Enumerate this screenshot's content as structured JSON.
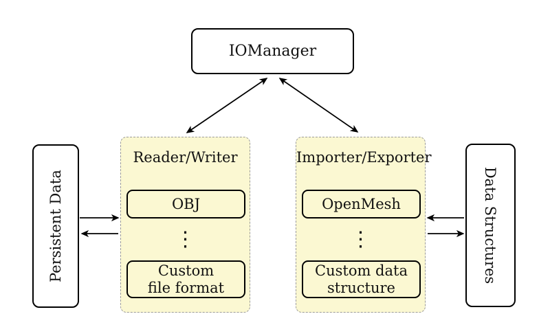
{
  "diagram": {
    "io_manager": {
      "label": "IOManager"
    },
    "persistent_data": {
      "label": "Persistent Data"
    },
    "data_structures": {
      "label": "Data Structures"
    },
    "containers": [
      {
        "label": "Reader/Writer",
        "top_item": "OBJ",
        "ellipsis": "⋮",
        "bottom_item": "Custom\nfile format"
      },
      {
        "label": "Importer/Exporter",
        "top_item": "OpenMesh",
        "ellipsis": "⋮",
        "bottom_item": "Custom data\nstructure"
      }
    ],
    "arrows": {
      "iomanager_readerwriter": "bidirectional",
      "iomanager_importerexporter": "bidirectional",
      "persistentdata_to_readerwriter": "right",
      "readerwriter_to_persistentdata": "left",
      "datastructures_to_importerexporter": "left",
      "importerexporter_to_datastructures": "right"
    }
  },
  "colors": {
    "container_fill": "#FBF8D2",
    "container_border": "#9A9A9A",
    "node_fill": "#FFFFFF",
    "node_border": "#000000",
    "arrow_color": "#000000",
    "text_color": "#111111",
    "background": "#FFFFFF"
  }
}
